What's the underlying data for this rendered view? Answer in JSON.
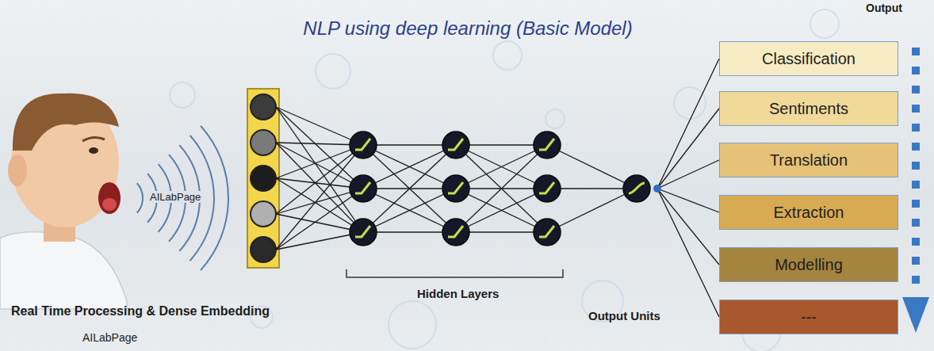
{
  "diagram": {
    "title": "NLP using deep learning (Basic Model)",
    "nodes": [
      {
        "text": [
          "Classification"
        ]
      },
      {
        "text": [
          "Sentiments"
        ]
      },
      {
        "text": [
          "Translation"
        ]
      },
      {
        "text": [
          "Extraction"
        ]
      },
      {
        "text": [
          "Modelling"
        ]
      },
      {
        "text": [
          "---"
        ]
      }
    ],
    "labels": [
      "AILabPage",
      "Hidden Layers",
      "Real Time Processing & Dense Embedding",
      "AILabPage",
      "Output Units",
      "Output"
    ]
  }
}
